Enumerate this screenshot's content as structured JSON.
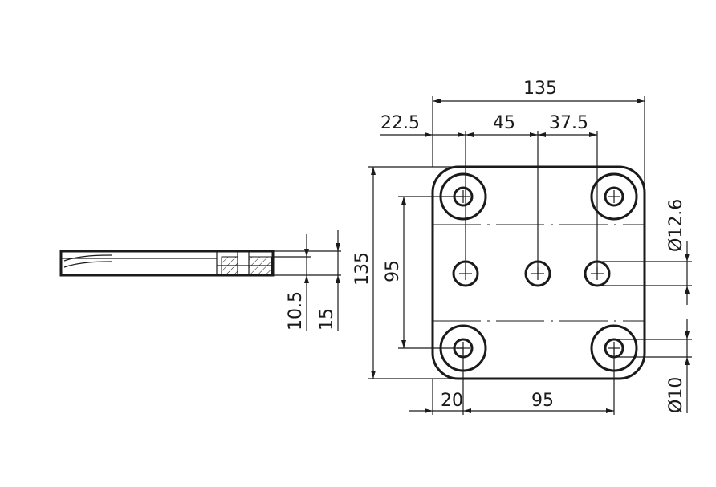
{
  "dimensions": {
    "overall_width": "135",
    "left_offset": "22.5",
    "center_pitch": "45",
    "right_pitch": "37.5",
    "overall_height": "135",
    "vertical_hole_pitch": "95",
    "large_hole_dia": "Ø12.6",
    "bottom_left_offset": "20",
    "bottom_hole_pitch": "95",
    "small_hole_dia": "Ø10",
    "plate_thickness": "10.5",
    "total_thickness": "15"
  }
}
